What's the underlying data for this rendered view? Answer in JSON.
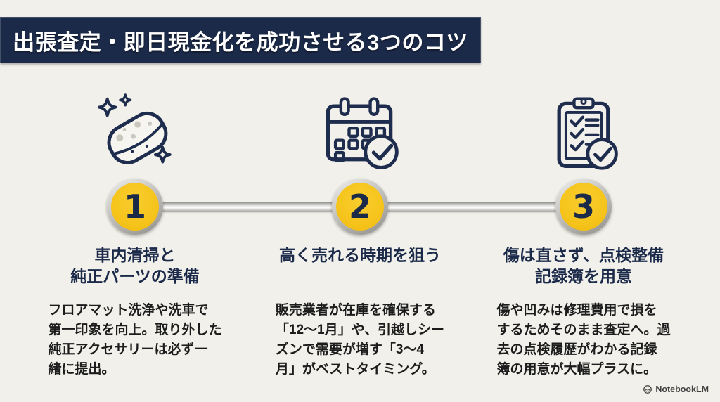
{
  "header": {
    "title": "出張査定・即日現金化を成功させる3つのコツ"
  },
  "steps": [
    {
      "number": "1",
      "icon": "sponge-sparkle-icon",
      "title_lines": [
        "車内清掃と",
        "純正パーツの準備"
      ],
      "body_lines": [
        "フロアマット洗浄や洗車で",
        "第一印象を向上。取り外した",
        "純正アクセサリーは必ず一",
        "緒に提出。"
      ]
    },
    {
      "number": "2",
      "icon": "calendar-check-icon",
      "title_lines": [
        "高く売れる時期を狙う"
      ],
      "body_lines": [
        "販売業者が在庫を確保する",
        "「12〜1月」や、引越しシー",
        "ズンで需要が増す「3〜4",
        "月」がベストタイミング。"
      ]
    },
    {
      "number": "3",
      "icon": "clipboard-check-icon",
      "title_lines": [
        "傷は直さず、点検整備",
        "記録簿を用意"
      ],
      "body_lines": [
        "傷や凹みは修理費用で損を",
        "するためそのまま査定へ。過",
        "去の点検履歴がわかる記録",
        "簿の用意が大幅プラスに。"
      ]
    }
  ],
  "footer": {
    "watermark": "NotebookLM"
  },
  "colors": {
    "background": "#f1f0ea",
    "navy": "#1c2a4a",
    "accent_yellow": "#f6c51d",
    "silver": "#c9c8c5",
    "body_text": "#1c1c1c",
    "watermark_text": "#434343"
  }
}
